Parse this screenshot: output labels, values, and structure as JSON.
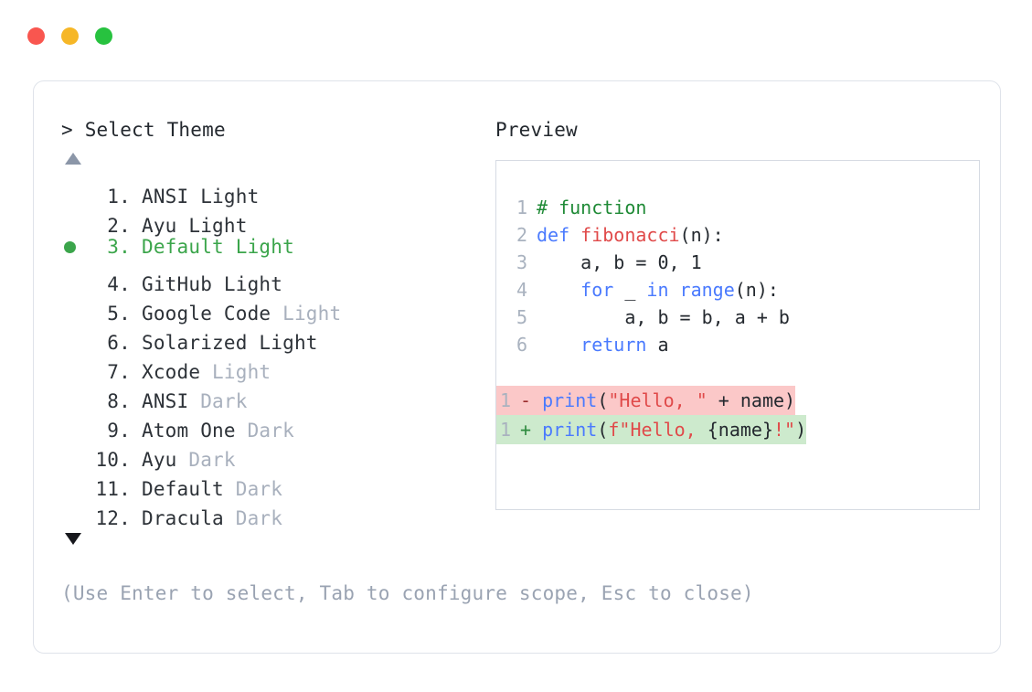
{
  "window": {
    "buttons": [
      {
        "name": "close",
        "color": "#f9564f"
      },
      {
        "name": "minimize",
        "color": "#f6b727"
      },
      {
        "name": "maximize",
        "color": "#27c23f"
      }
    ]
  },
  "left": {
    "prompt_caret": "> ",
    "prompt_title": "Select Theme",
    "scroll_up_icon": "triangle-up-icon",
    "scroll_down_icon": "triangle-down-icon",
    "themes": [
      {
        "index": " 1.",
        "name": "ANSI Light",
        "variant": "",
        "selected": false
      },
      {
        "index": " 2.",
        "name": "Ayu Light",
        "variant": "",
        "selected": false
      },
      {
        "index": " 3.",
        "name": "Default Light",
        "variant": "",
        "selected": true
      },
      {
        "index": " 4.",
        "name": "GitHub Light",
        "variant": "",
        "selected": false
      },
      {
        "index": " 5.",
        "name": "Google Code",
        "variant": "Light",
        "selected": false
      },
      {
        "index": " 6.",
        "name": "Solarized Light",
        "variant": "",
        "selected": false
      },
      {
        "index": " 7.",
        "name": "Xcode",
        "variant": "Light",
        "selected": false
      },
      {
        "index": " 8.",
        "name": "ANSI",
        "variant": "Dark",
        "selected": false
      },
      {
        "index": " 9.",
        "name": "Atom One",
        "variant": "Dark",
        "selected": false
      },
      {
        "index": "10.",
        "name": "Ayu",
        "variant": "Dark",
        "selected": false
      },
      {
        "index": "11.",
        "name": "Default",
        "variant": "Dark",
        "selected": false
      },
      {
        "index": "12.",
        "name": "Dracula",
        "variant": "Dark",
        "selected": false
      }
    ]
  },
  "right": {
    "preview_title": "Preview",
    "code_lines": [
      {
        "num": "1",
        "tokens": [
          {
            "t": "# function",
            "c": "comment"
          }
        ]
      },
      {
        "num": "2",
        "tokens": [
          {
            "t": "def ",
            "c": "kw"
          },
          {
            "t": "fibonacci",
            "c": "fn"
          },
          {
            "t": "(n):",
            "c": "plain"
          }
        ]
      },
      {
        "num": "3",
        "tokens": [
          {
            "t": "    a, b = 0, 1",
            "c": "plain"
          }
        ]
      },
      {
        "num": "4",
        "tokens": [
          {
            "t": "    ",
            "c": "plain"
          },
          {
            "t": "for",
            "c": "kw"
          },
          {
            "t": " _ ",
            "c": "plain"
          },
          {
            "t": "in range",
            "c": "kw"
          },
          {
            "t": "(n):",
            "c": "plain"
          }
        ]
      },
      {
        "num": "5",
        "tokens": [
          {
            "t": "        a, b = b, a + b",
            "c": "plain"
          }
        ]
      },
      {
        "num": "6",
        "tokens": [
          {
            "t": "    ",
            "c": "plain"
          },
          {
            "t": "return",
            "c": "kw"
          },
          {
            "t": " a",
            "c": "plain"
          }
        ]
      }
    ],
    "diff_lines": [
      {
        "num": "1",
        "sign": "-",
        "kind": "minus",
        "tokens": [
          {
            "t": "print",
            "c": "kw"
          },
          {
            "t": "(",
            "c": "plain"
          },
          {
            "t": "\"Hello, \"",
            "c": "str"
          },
          {
            "t": " + name)",
            "c": "plain"
          }
        ]
      },
      {
        "num": "1",
        "sign": "+",
        "kind": "plus",
        "tokens": [
          {
            "t": "print",
            "c": "kw"
          },
          {
            "t": "(",
            "c": "plain"
          },
          {
            "t": "f\"Hello, ",
            "c": "str"
          },
          {
            "t": "{name}",
            "c": "plain"
          },
          {
            "t": "!\"",
            "c": "str"
          },
          {
            "t": ")",
            "c": "plain"
          }
        ]
      }
    ]
  },
  "footer": {
    "hint": "(Use Enter to select, Tab to configure scope, Esc to close)"
  },
  "colors": {
    "selected_green": "#3ba54b",
    "dim_gray": "#a8b0bd",
    "text_dark": "#2d3238",
    "keyword_blue": "#4a7afe",
    "string_red": "#e04a4a",
    "comment_green": "#1f8a36",
    "diff_remove_bg": "#fbc8c8",
    "diff_add_bg": "#cdeacd",
    "card_border": "#dfe3ea"
  }
}
